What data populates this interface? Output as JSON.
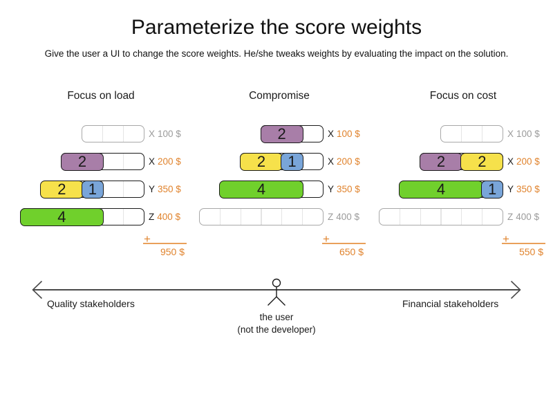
{
  "header": {
    "title": "Parameterize the score weights",
    "subtitle": "Give the user a UI to change the score weights. He/she tweaks weights by evaluating the impact on the solution."
  },
  "palette": {
    "purple": "#a87ea8",
    "yellow": "#f6e14b",
    "blue": "#79a5d9",
    "green": "#70d02c",
    "orange_text": "#e0832d",
    "sum_line_orange": "#e9a05a",
    "grey_text": "#9b9b9b",
    "empty_border_grey": "#a8a8a8",
    "axis_line_grey": "#4a4a4a"
  },
  "plus_sign": "+",
  "columns": [
    {
      "title": "Focus on load",
      "rows": [
        {
          "letter": "X",
          "price": "100 $",
          "capacity": 3,
          "blocks": []
        },
        {
          "letter": "X",
          "price": "200 $",
          "capacity": 4,
          "blocks": [
            {
              "value": 2,
              "color": "purple"
            }
          ]
        },
        {
          "letter": "Y",
          "price": "350 $",
          "capacity": 5,
          "blocks": [
            {
              "value": 2,
              "color": "yellow"
            },
            {
              "value": 1,
              "color": "blue"
            }
          ]
        },
        {
          "letter": "Z",
          "price": "400 $",
          "capacity": 6,
          "blocks": [
            {
              "value": 4,
              "color": "green"
            }
          ]
        }
      ],
      "total": "950 $"
    },
    {
      "title": "Compromise",
      "rows": [
        {
          "letter": "X",
          "price": "100 $",
          "capacity": 3,
          "blocks": [
            {
              "value": 2,
              "color": "purple"
            }
          ]
        },
        {
          "letter": "X",
          "price": "200 $",
          "capacity": 4,
          "blocks": [
            {
              "value": 2,
              "color": "yellow"
            },
            {
              "value": 1,
              "color": "blue"
            }
          ]
        },
        {
          "letter": "Y",
          "price": "350 $",
          "capacity": 5,
          "blocks": [
            {
              "value": 4,
              "color": "green"
            }
          ]
        },
        {
          "letter": "Z",
          "price": "400 $",
          "capacity": 6,
          "blocks": []
        }
      ],
      "total": "650 $"
    },
    {
      "title": "Focus on cost",
      "rows": [
        {
          "letter": "X",
          "price": "100 $",
          "capacity": 3,
          "blocks": []
        },
        {
          "letter": "X",
          "price": "200 $",
          "capacity": 4,
          "blocks": [
            {
              "value": 2,
              "color": "purple"
            },
            {
              "value": 2,
              "color": "yellow"
            }
          ]
        },
        {
          "letter": "Y",
          "price": "350 $",
          "capacity": 5,
          "blocks": [
            {
              "value": 4,
              "color": "green"
            },
            {
              "value": 1,
              "color": "blue"
            }
          ]
        },
        {
          "letter": "Z",
          "price": "400 $",
          "capacity": 6,
          "blocks": []
        }
      ],
      "total": "550 $"
    }
  ],
  "axis": {
    "left_label": "Quality stakeholders",
    "right_label": "Financial stakeholders",
    "center_label_line1": "the user",
    "center_label_line2": "(not the developer)"
  }
}
